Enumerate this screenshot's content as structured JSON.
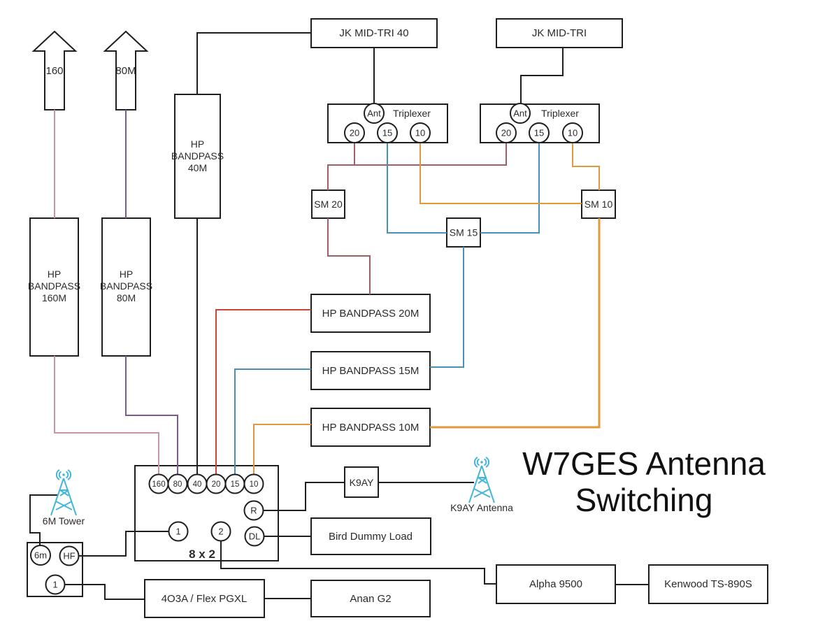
{
  "title": {
    "line1": "W7GES Antenna",
    "line2": "Switching"
  },
  "arrows": {
    "a160": "160",
    "a80": "80M"
  },
  "filters": {
    "jk40": "JK MID-TRI 40",
    "jk": "JK MID-TRI",
    "bp160": {
      "l1": "HP",
      "l2": "BANDPASS",
      "l3": "160M"
    },
    "bp80": {
      "l1": "HP",
      "l2": "BANDPASS",
      "l3": "80M"
    },
    "bp40": {
      "l1": "HP",
      "l2": "BANDPASS",
      "l3": "40M"
    },
    "bp20": "HP BANDPASS 20M",
    "bp15": "HP BANDPASS 15M",
    "bp10": "HP BANDPASS 10M"
  },
  "triplexer1": {
    "label": "Triplexer",
    "ant": "Ant",
    "p20": "20",
    "p15": "15",
    "p10": "10"
  },
  "triplexer2": {
    "label": "Triplexer",
    "ant": "Ant",
    "p20": "20",
    "p15": "15",
    "p10": "10"
  },
  "stubs": {
    "sm20": "SM 20",
    "sm15": "SM 15",
    "sm10": "SM 10"
  },
  "switch": {
    "label": "8 x 2",
    "p160": "160",
    "p80": "80",
    "p40": "40",
    "p20": "20",
    "p15": "15",
    "p10": "10",
    "r": "R",
    "dl": "DL",
    "o1": "1",
    "o2": "2"
  },
  "remote": {
    "p6m": "6m",
    "phf": "HF",
    "p1": "1"
  },
  "towers": {
    "t6m": "6M Tower",
    "k9ay": "K9AY Antenna"
  },
  "devices": {
    "k9ay": "K9AY",
    "dummy": "Bird Dummy Load",
    "pgxl": "4O3A / Flex PGXL",
    "anan": "Anan G2",
    "alpha": "Alpha 9500",
    "kenwood": "Kenwood TS-890S"
  },
  "colors": {
    "pink": "#c595aa",
    "purple": "#7a5a92",
    "maroon": "#9e5f68",
    "red": "#c64639",
    "blue": "#4691b8",
    "orange": "#e2993c",
    "tower": "#45b6d9",
    "line": "#1f1f1f",
    "text": "#2b2b2b"
  }
}
